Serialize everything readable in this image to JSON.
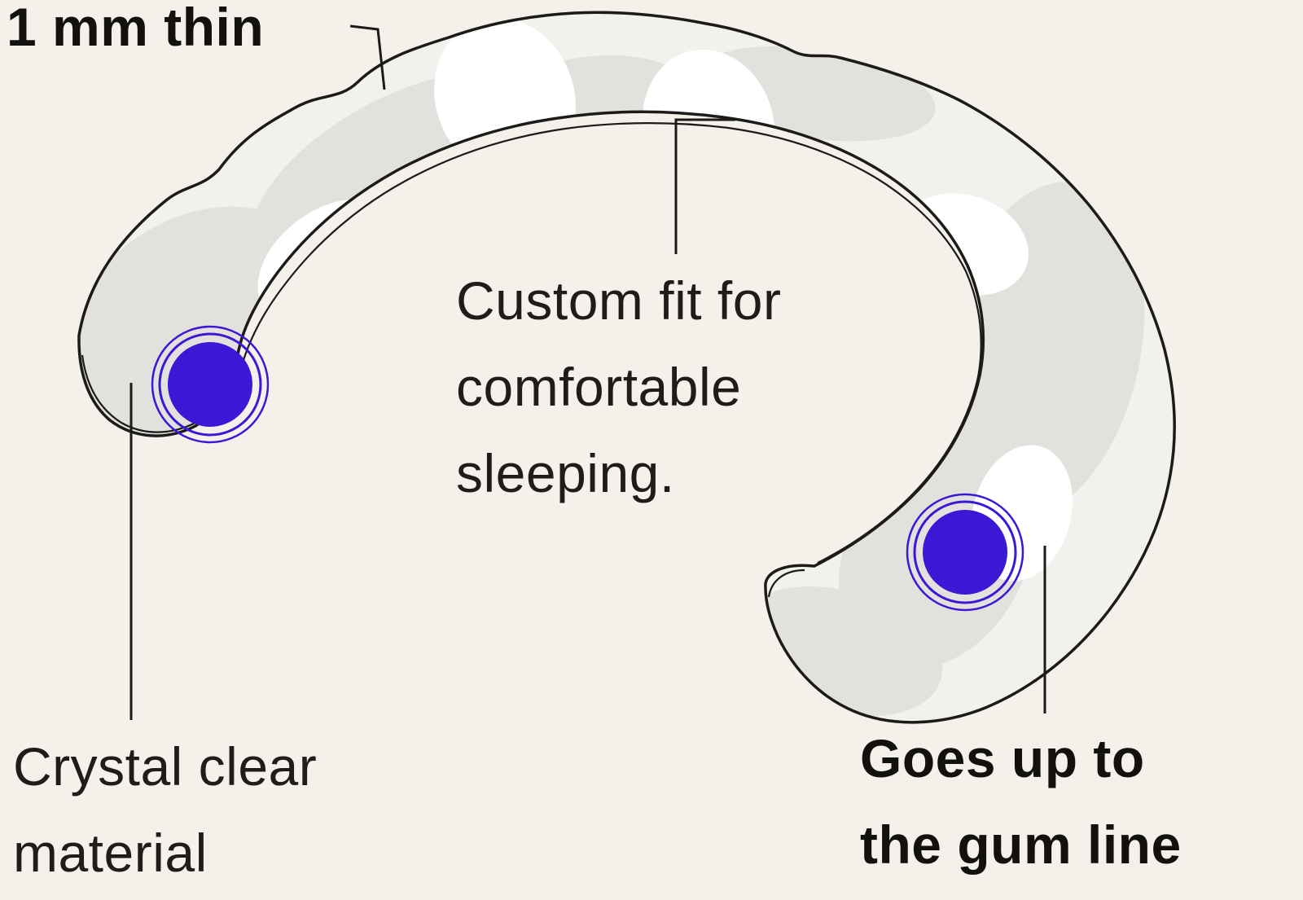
{
  "page": {
    "background": "#f4f0ea"
  },
  "colors": {
    "accent": "#3b17d6",
    "outline": "#1c1b1a",
    "shell": "#f2f1ee",
    "shade": "#e2e1dd",
    "highlight": "#ffffff",
    "text": "#1e1d1b"
  },
  "annotations": {
    "thin": {
      "label": "1 mm thin"
    },
    "custom_fit": {
      "lines": [
        "Custom fit for",
        "comfortable",
        "sleeping."
      ]
    },
    "crystal_clear": {
      "lines": [
        "Crystal clear",
        "material"
      ]
    },
    "gum_line": {
      "lines": [
        "Goes up to",
        "the gum line"
      ]
    }
  },
  "icons": {
    "hotspot": "filled-circle-with-double-ring"
  }
}
